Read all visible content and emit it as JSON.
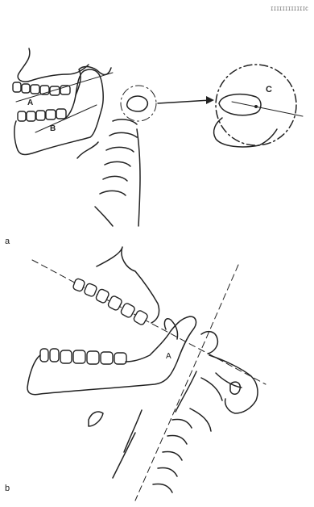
{
  "figure": {
    "code": "IIIIIIIIIIIIC",
    "panel_a": {
      "label": "a",
      "point_a": "A",
      "point_b": "B",
      "point_c": "C"
    },
    "panel_b": {
      "label": "b",
      "point_a": "A"
    }
  }
}
